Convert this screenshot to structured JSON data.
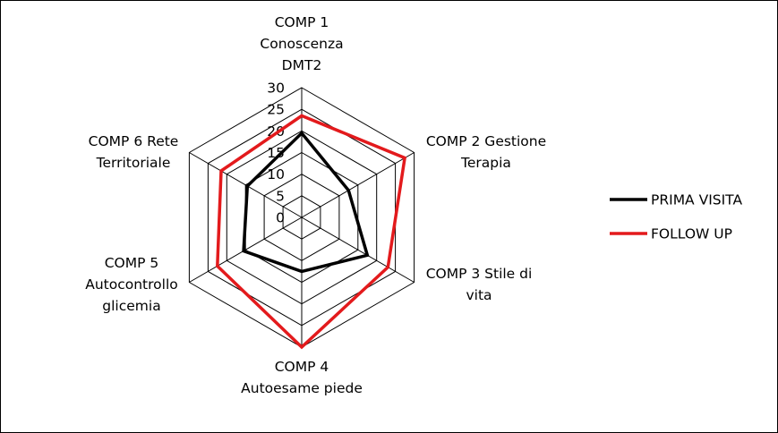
{
  "chart_data": {
    "type": "radar",
    "title": "",
    "axes": [
      {
        "lines": [
          "COMP 1",
          "Conoscenza",
          "DMT2"
        ]
      },
      {
        "lines": [
          "COMP 2 Gestione",
          "Terapia"
        ]
      },
      {
        "lines": [
          "COMP 3 Stile di",
          "vita"
        ]
      },
      {
        "lines": [
          "COMP 4",
          "Autoesame piede"
        ]
      },
      {
        "lines": [
          "COMP 5",
          "Autocontrollo",
          "glicemia"
        ]
      },
      {
        "lines": [
          "COMP 6 Rete",
          "Territoriale"
        ]
      }
    ],
    "r_ticks": [
      "0",
      "5",
      "10",
      "15",
      "20",
      "25",
      "30"
    ],
    "r_range": [
      0,
      30
    ],
    "series": [
      {
        "name": "PRIMA VISITA",
        "color": "#000000",
        "values": [
          19.5,
          12.5,
          17.5,
          12.5,
          15.5,
          14.5
        ]
      },
      {
        "name": "FOLLOW UP",
        "color": "#e31a1c",
        "values": [
          23.5,
          27.5,
          23.0,
          30.0,
          22.5,
          21.5
        ]
      }
    ],
    "grid": true,
    "legend_position": "right"
  }
}
